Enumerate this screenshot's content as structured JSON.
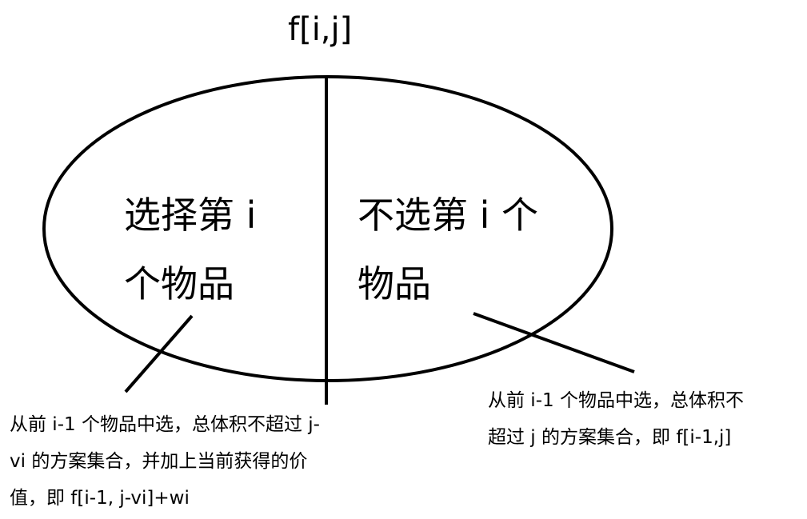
{
  "title": "f[i,j]",
  "left_region": {
    "line1": "选择第 i",
    "line2": "个物品"
  },
  "right_region": {
    "line1": "不选第 i 个",
    "line2": "物品"
  },
  "left_note": {
    "line1": "从前 i-1 个物品中选，总体积不超过 j-",
    "line2": "vi 的方案集合，并加上当前获得的价",
    "line3": "值，即 f[i-1, j-vi]+wi"
  },
  "right_note": {
    "line1": "从前 i-1 个物品中选，总体积不",
    "line2": "超过 j 的方案集合，即 f[i-1,j]"
  }
}
